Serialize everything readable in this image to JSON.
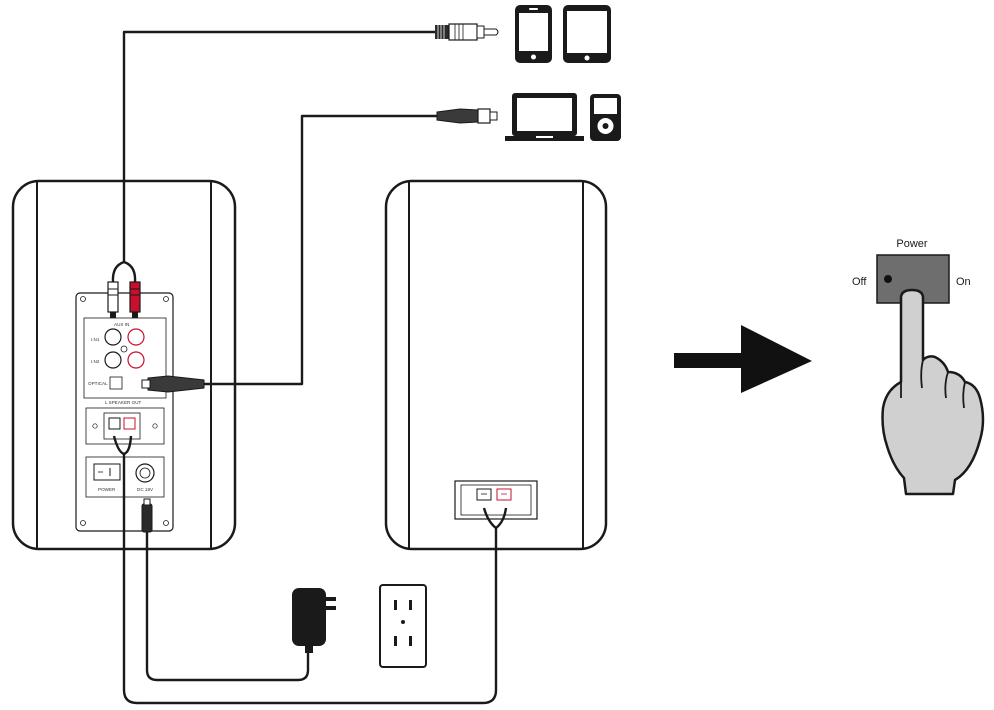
{
  "panel": {
    "in1_label": "I.N1",
    "in2_label": "I.N2",
    "aux_label": "AUX IN",
    "optical_label": "OPTICAL",
    "speaker_out_label": "L SPEAKER OUT",
    "power_label": "POWER",
    "dc_label": "DC 18V"
  },
  "switch_callout": {
    "title": "Power",
    "off_label": "Off",
    "on_label": "On"
  },
  "colors": {
    "outline": "#1a1a1a",
    "red_terminal": "#c8102e",
    "switch_body": "#6e6e6e",
    "hand_fill": "#d0d0d0"
  },
  "icons": [
    "phone-icon",
    "tablet-icon",
    "laptop-icon",
    "music-player-icon",
    "power-adapter-icon",
    "wall-outlet-icon",
    "arrow-icon",
    "hand-pressing-icon"
  ]
}
